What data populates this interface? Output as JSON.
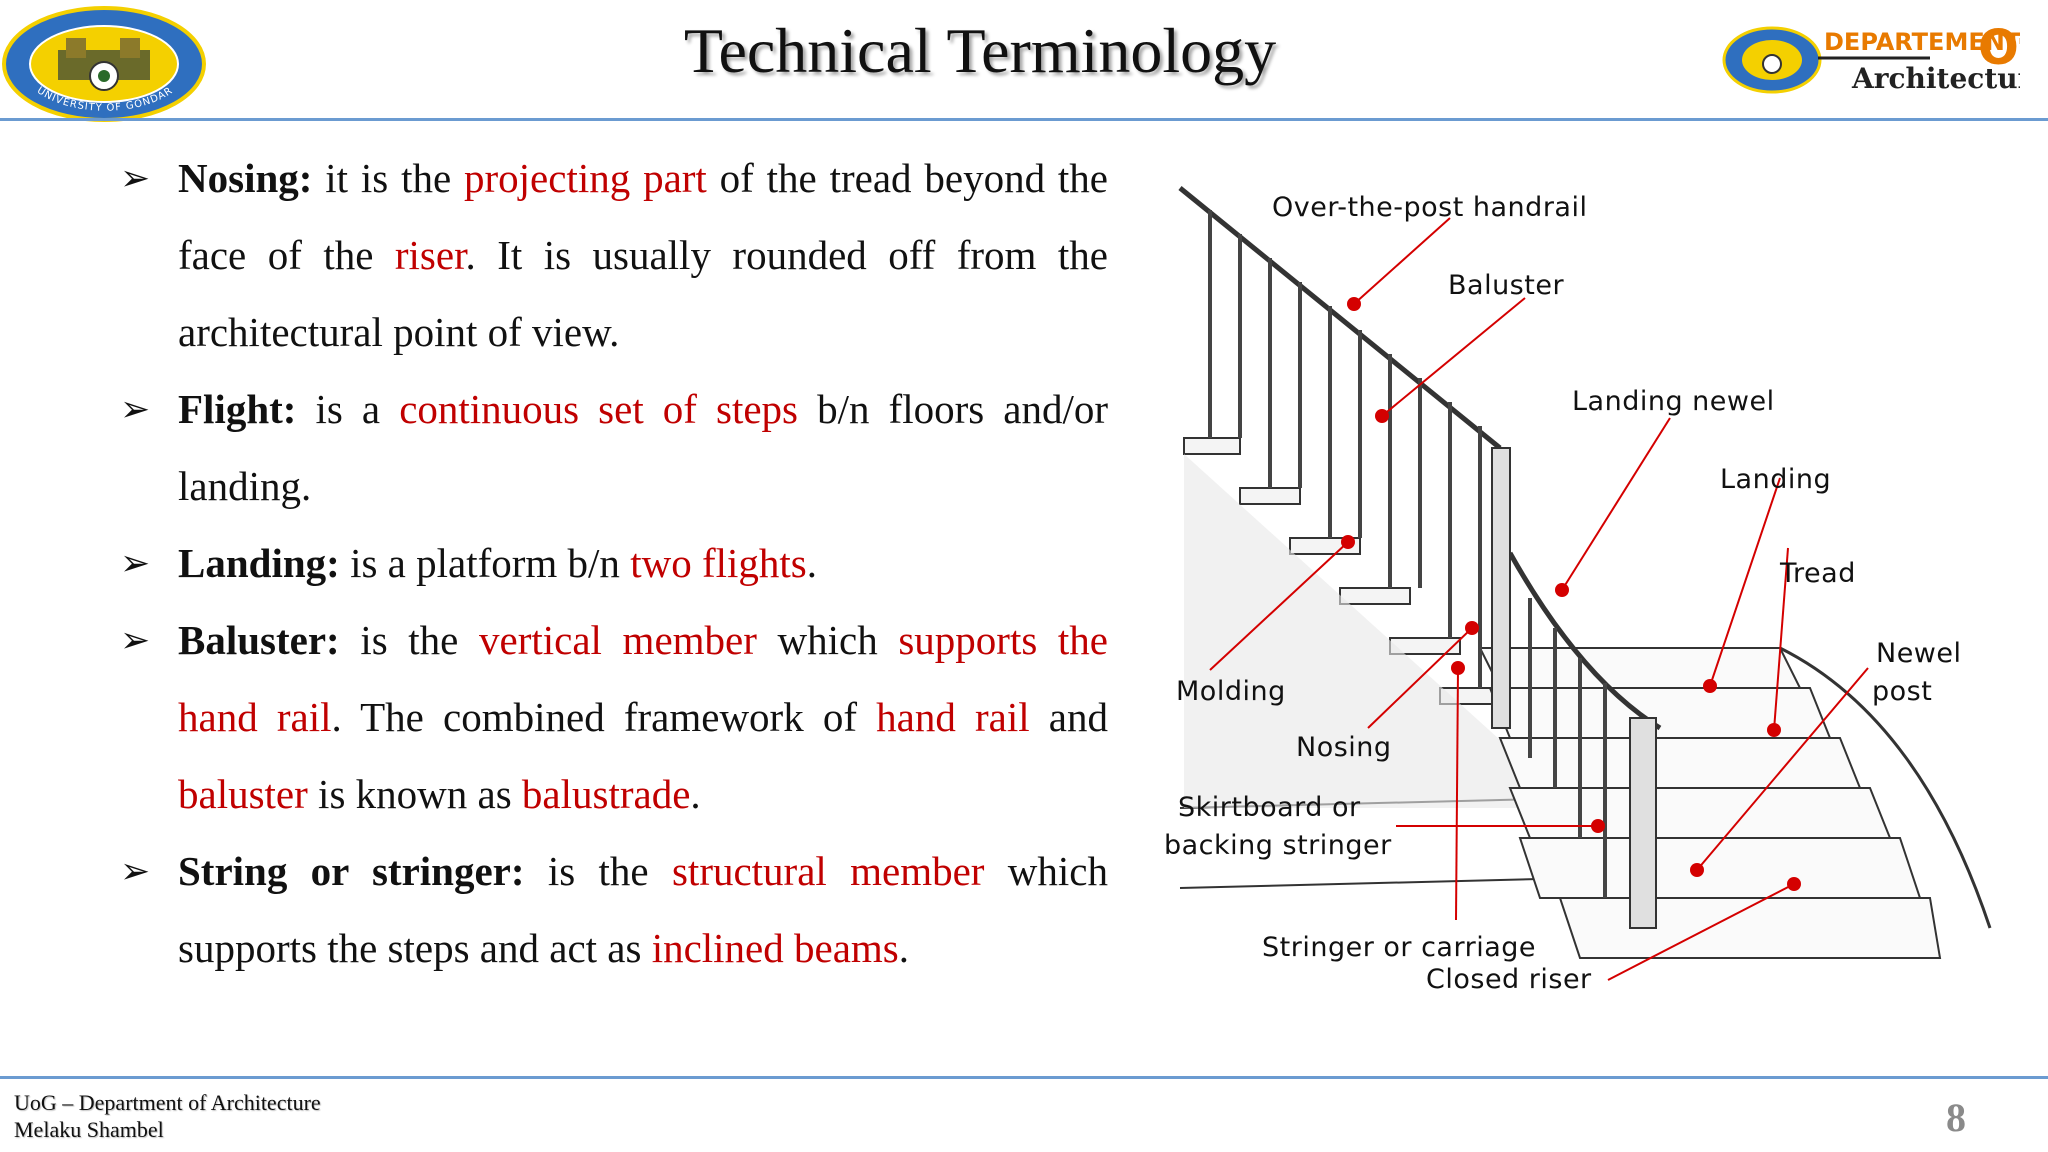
{
  "header": {
    "title": "Technical Terminology",
    "left_logo": {
      "icon": "university-of-gondar-seal-icon",
      "text": "UNIVERSITY OF GONDAR"
    },
    "right_logo": {
      "icon": "department-architecture-logo-icon",
      "line1": "DEPARTEMENT",
      "of": "Of",
      "line2": "Architecture"
    }
  },
  "bullets": [
    {
      "term": "Nosing:",
      "parts": [
        {
          "t": " it is the ",
          "red": false
        },
        {
          "t": "projecting part",
          "red": true
        },
        {
          "t": " of the tread beyond the face of the ",
          "red": false
        },
        {
          "t": "riser",
          "red": true
        },
        {
          "t": ". It is usually rounded off from the architectural point of view.",
          "red": false
        }
      ]
    },
    {
      "term": "Flight:",
      "parts": [
        {
          "t": " is a ",
          "red": false
        },
        {
          "t": "continuous set of steps",
          "red": true
        },
        {
          "t": " b/n floors and/or landing.",
          "red": false
        }
      ]
    },
    {
      "term": "Landing:",
      "parts": [
        {
          "t": " is a platform b/n ",
          "red": false
        },
        {
          "t": "two flights",
          "red": true
        },
        {
          "t": ".",
          "red": false
        }
      ]
    },
    {
      "term": "Baluster:",
      "parts": [
        {
          "t": " is the ",
          "red": false
        },
        {
          "t": "vertical  member",
          "red": true
        },
        {
          "t": " which ",
          "red": false
        },
        {
          "t": "supports the hand rail",
          "red": true
        },
        {
          "t": ". The combined framework of ",
          "red": false
        },
        {
          "t": "hand rail",
          "red": true
        },
        {
          "t": " and ",
          "red": false
        },
        {
          "t": "baluster",
          "red": true
        },
        {
          "t": " is known as ",
          "red": false
        },
        {
          "t": "balustrade",
          "red": true
        },
        {
          "t": ".",
          "red": false
        }
      ]
    },
    {
      "term": "String or stringer:",
      "parts": [
        {
          "t": " is the ",
          "red": false
        },
        {
          "t": "structural member",
          "red": true
        },
        {
          "t": " which supports the steps and act as ",
          "red": false
        },
        {
          "t": "inclined beams",
          "red": true
        },
        {
          "t": ".",
          "red": false
        }
      ]
    }
  ],
  "bullet_marker": "➢",
  "diagram": {
    "labels": {
      "handrail": "Over-the-post handrail",
      "baluster": "Baluster",
      "landing_newel": "Landing newel",
      "landing": "Landing",
      "tread": "Tread",
      "newel_1": "Newel",
      "newel_2": "post",
      "molding": "Molding",
      "nosing": "Nosing",
      "skirt_1": "Skirtboard or",
      "skirt_2": "backing stringer",
      "stringer": "Stringer or carriage",
      "closed_riser": "Closed riser"
    },
    "pointer_color": "#d40000"
  },
  "footer": {
    "line1": "UoG – Department of Architecture",
    "line2": "Melaku Shambel",
    "page_number": "8"
  },
  "colors": {
    "accent_red": "#c00000",
    "rule_blue": "#6b9bd1"
  }
}
